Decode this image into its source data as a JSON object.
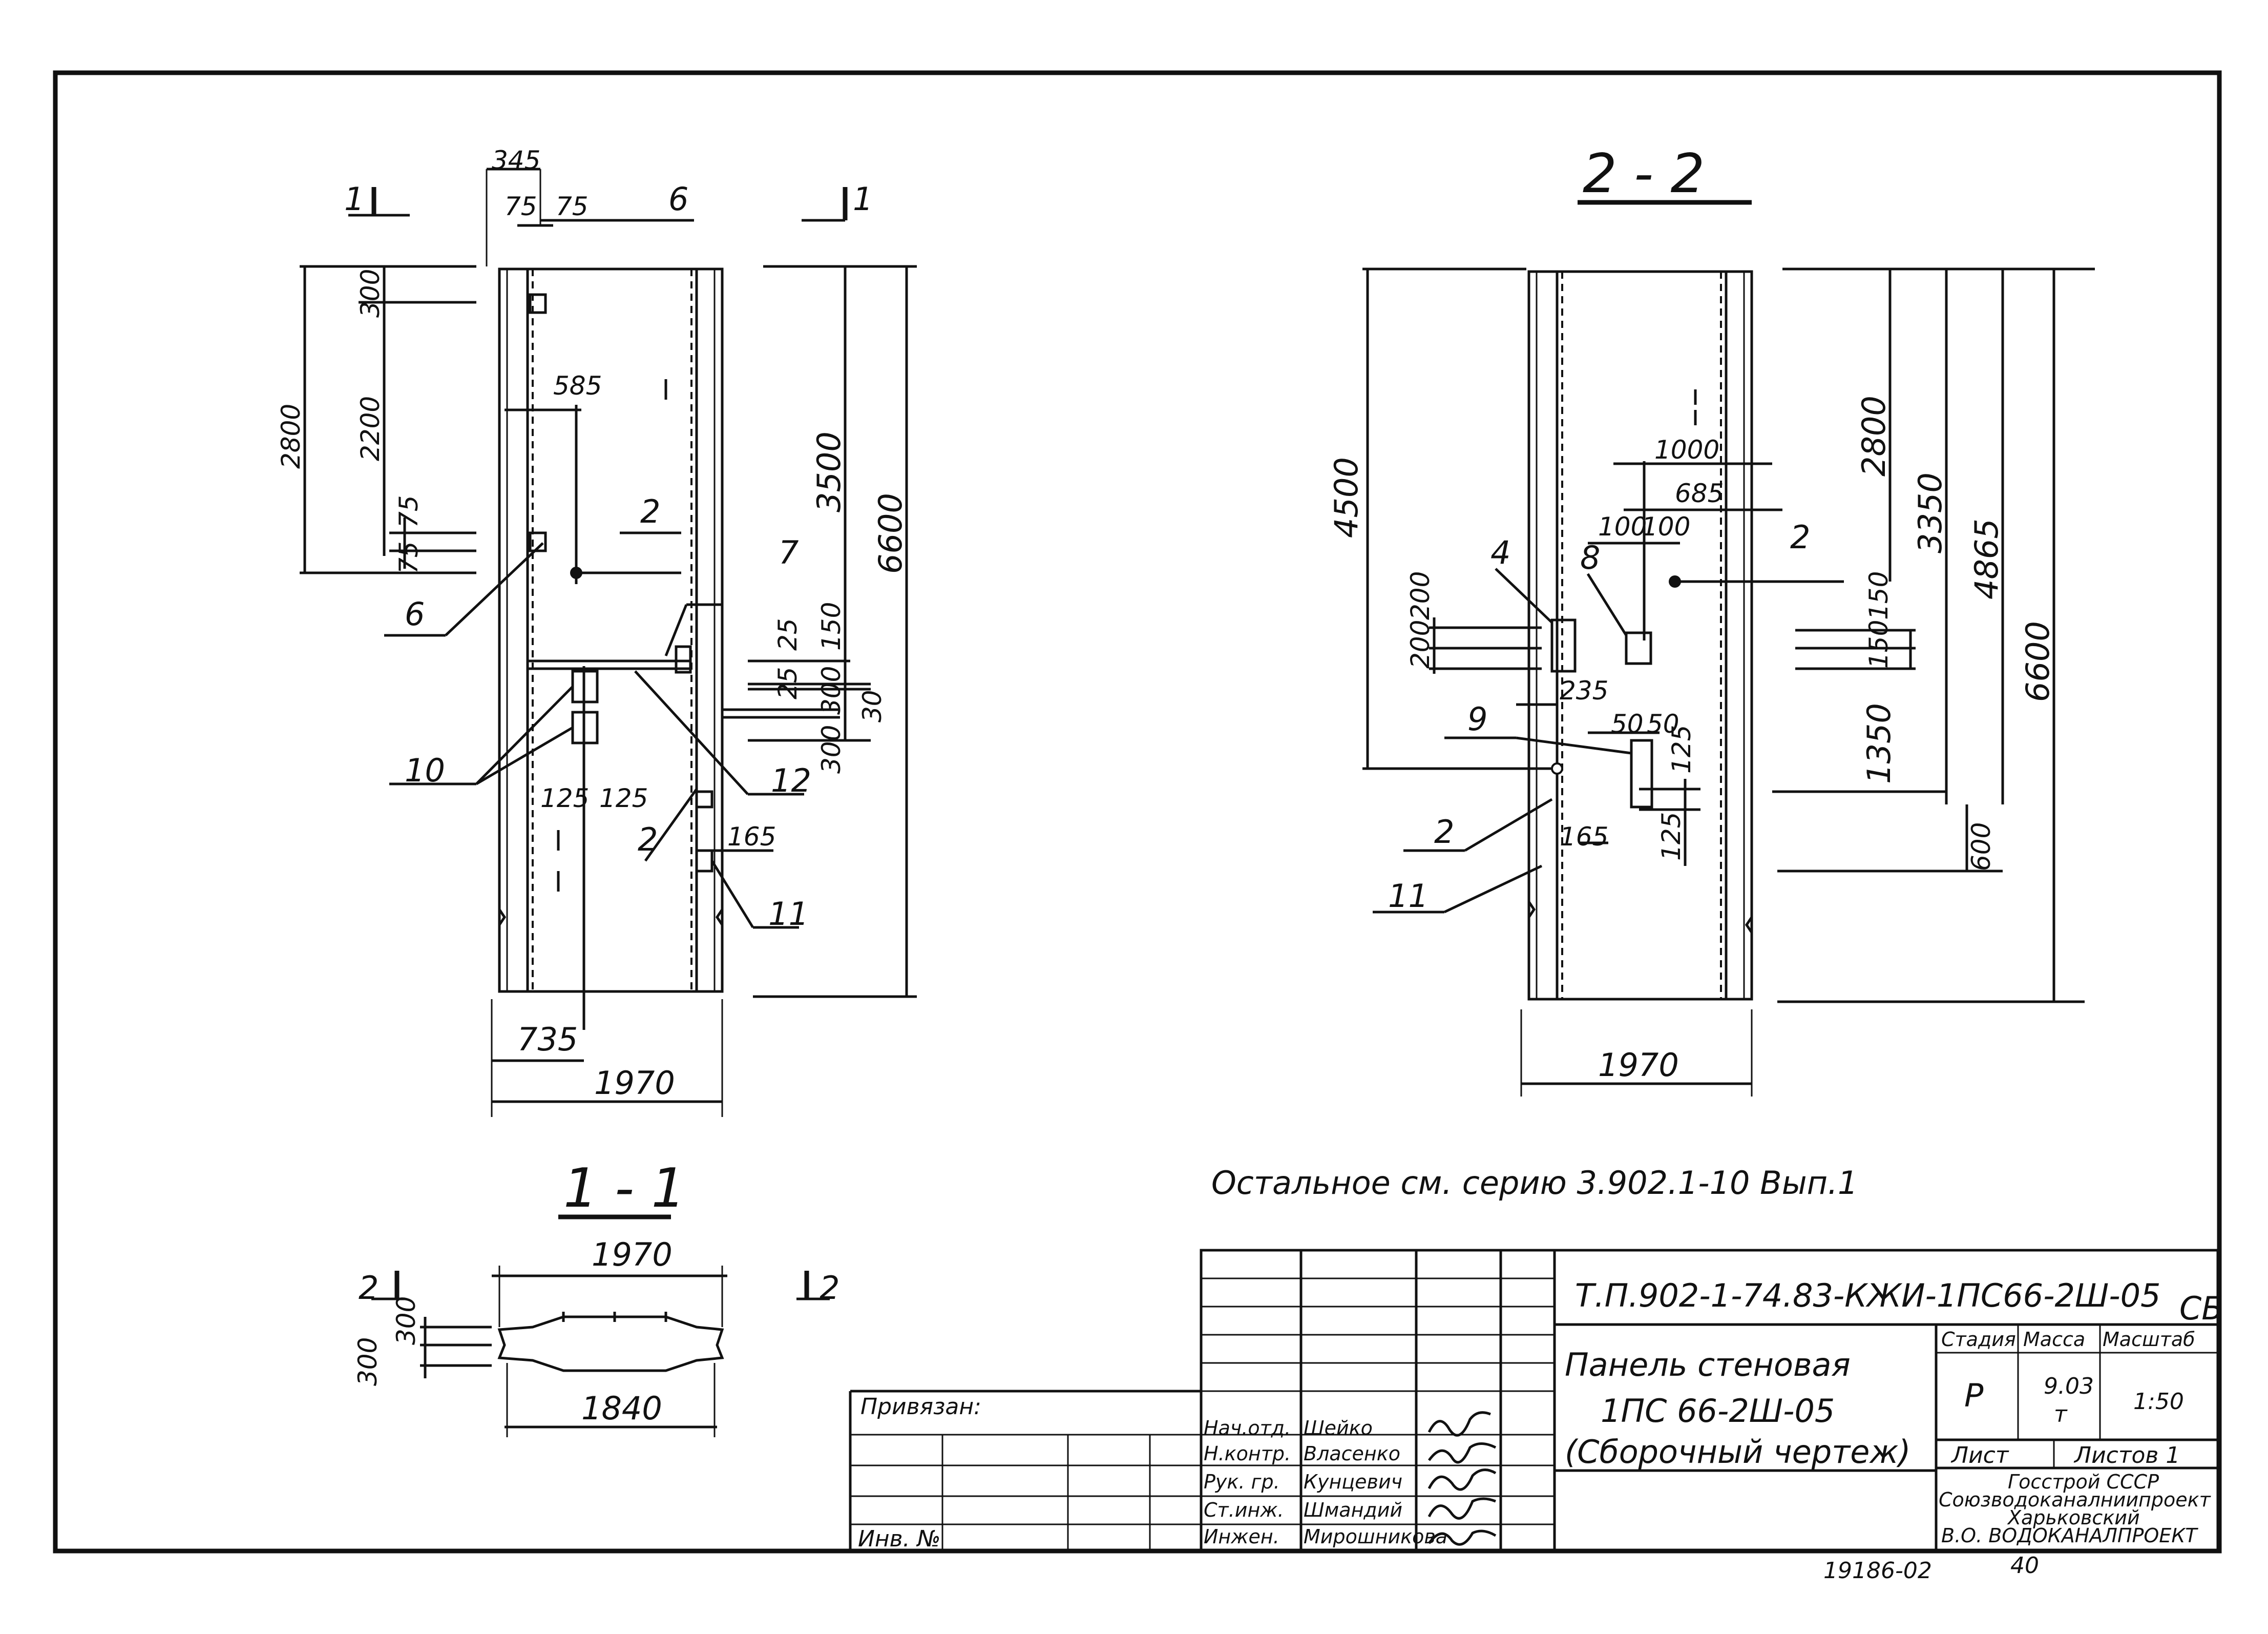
{
  "view_2_2": {
    "title": "2 - 2",
    "dims": {
      "d4500": "4500",
      "d200a": "200",
      "d200b": "200",
      "d235": "235",
      "d1000": "1000",
      "d685": "685",
      "d100a": "100",
      "d100b": "100",
      "d50a": "50",
      "d50b": "50",
      "d125a": "125",
      "d125b": "125",
      "d165": "165",
      "d2800": "2800",
      "d3350": "3350",
      "d4865": "4865",
      "d6600": "6600",
      "d150a": "150",
      "d150b": "150",
      "d1350": "1350",
      "d600": "600",
      "d1970": "1970"
    },
    "callouts": {
      "c4": "4",
      "c8": "8",
      "c2a": "2",
      "c9": "9",
      "c2b": "2",
      "c11": "11"
    }
  },
  "view_left": {
    "section_mark_left": "1",
    "section_mark_right": "1",
    "dims": {
      "d345": "345",
      "d75a": "75",
      "d75b": "75",
      "d300": "300",
      "d2800": "2800",
      "d2200": "2200",
      "d585": "585",
      "d75c": "75",
      "d75d": "75",
      "d3500": "3500",
      "d6600": "6600",
      "d25a": "25",
      "d150": "150",
      "d25b": "25",
      "d300b": "300",
      "d30": "30",
      "d300c": "300",
      "d125a": "125",
      "d125b": "125",
      "d165": "165",
      "d735": "735",
      "d1970": "1970"
    },
    "callouts": {
      "c6a": "6",
      "c6b": "6",
      "c2a": "2",
      "c7": "7",
      "c10": "10",
      "c12": "12",
      "c2b": "2",
      "c11": "11"
    }
  },
  "view_1_1": {
    "title": "1 - 1",
    "d1970": "1970",
    "d1840": "1840",
    "d300a": "300",
    "d300b": "300",
    "mark_left": "2",
    "mark_right": "2"
  },
  "note": "Остальное см. серию 3.902.1-10 Вып.1",
  "title_block": {
    "code": "Т.П.902-1-74.83-КЖИ-1ПС66-2Ш-05",
    "code_suffix": "СБ",
    "name_line1": "Панель стеновая",
    "name_line2": "1ПС 66-2Ш-05",
    "name_line3": "(Сборочный чертеж)",
    "h_stage": "Стадия",
    "h_mass": "Масса",
    "h_scale": "Масштаб",
    "stage": "Р",
    "mass": "9.03",
    "mass_unit": "т",
    "scale": "1:50",
    "sheet": "Лист",
    "sheets": "Листов 1",
    "org1": "Госстрой СССР",
    "org2": "Союзводоканалниипроект",
    "org3": "Харьковский",
    "org4": "В.О. ВОДОКАНАЛПРОЕКТ",
    "linked": "Привязан:",
    "inv": "Инв. №",
    "roles": [
      "Нач.отд.",
      "Н.контр.",
      "Рук. гр.",
      "Ст.инж.",
      "Инжен."
    ],
    "names": [
      "Шейко",
      "Власенко",
      "Кунцевич",
      "Шмандий",
      "Мирошникова"
    ]
  },
  "footer": {
    "number": "19186-02",
    "page": "40"
  }
}
